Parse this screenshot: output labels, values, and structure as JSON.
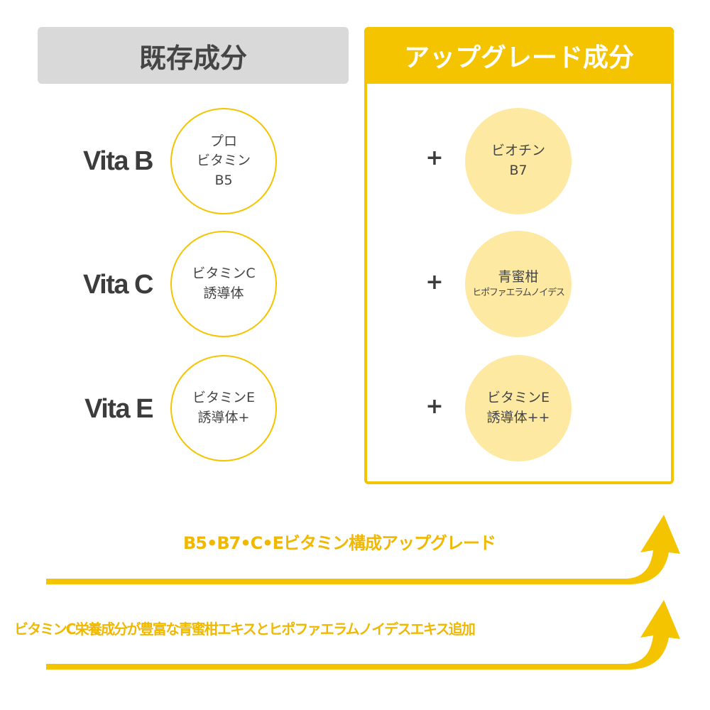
{
  "headers": {
    "existing": "既存成分",
    "upgrade": "アップグレード成分"
  },
  "rows": [
    {
      "label": "Vita B",
      "existing": [
        "プロ",
        "ビタミン",
        "B5"
      ],
      "upgrade": [
        "ビオチン",
        "B7"
      ],
      "plus": "+"
    },
    {
      "label": "Vita C",
      "existing": [
        "ビタミンC",
        "誘導体"
      ],
      "upgrade": [
        "青蜜柑",
        "ヒポファエラムノイデス"
      ],
      "plus": "+"
    },
    {
      "label": "Vita E",
      "existing": [
        "ビタミンE",
        "誘導体+"
      ],
      "upgrade": [
        "ビタミンE",
        "誘導体++"
      ],
      "plus": "+"
    }
  ],
  "arrows": {
    "upgrade_text": "B5•B7•C•Eビタミン構成アップグレード",
    "extract_text": "ビタミンC栄養成分が豊富な青蜜柑エキスとヒポファエラムノイデスエキス追加"
  },
  "colors": {
    "accent": "#f4c400",
    "accent_text": "#f0b800",
    "circle_fill": "#fde9a1",
    "header_gray": "#d9d9d9",
    "dark_text": "#3c3c3c"
  }
}
